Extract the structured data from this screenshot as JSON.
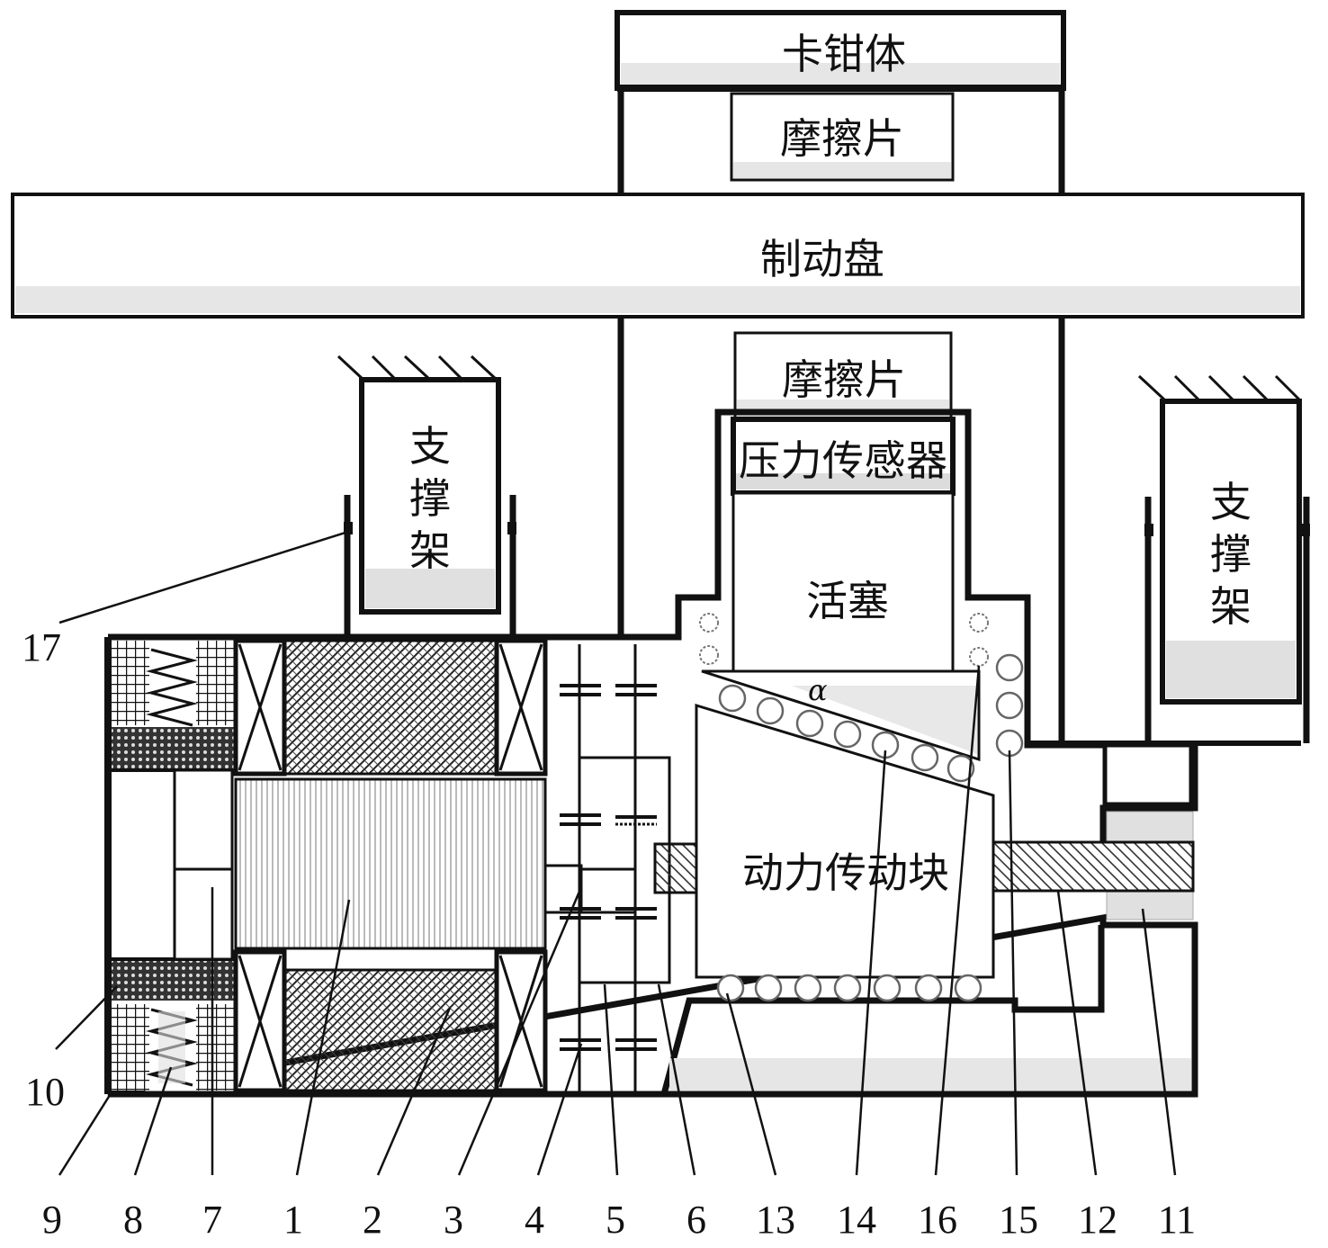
{
  "labels": {
    "caliper": "卡钳体",
    "pad_top": "摩擦片",
    "disc": "制动盘",
    "pad_bottom": "摩擦片",
    "sensor": "压力传感器",
    "piston": "活塞",
    "support": "支撑架",
    "wedge": "动力传动块",
    "alpha": "α"
  },
  "numbers": [
    "9",
    "8",
    "7",
    "1",
    "2",
    "3",
    "4",
    "5",
    "6",
    "13",
    "14",
    "16",
    "15",
    "12",
    "11"
  ],
  "side_numbers": {
    "n17": "17",
    "n10": "10"
  }
}
